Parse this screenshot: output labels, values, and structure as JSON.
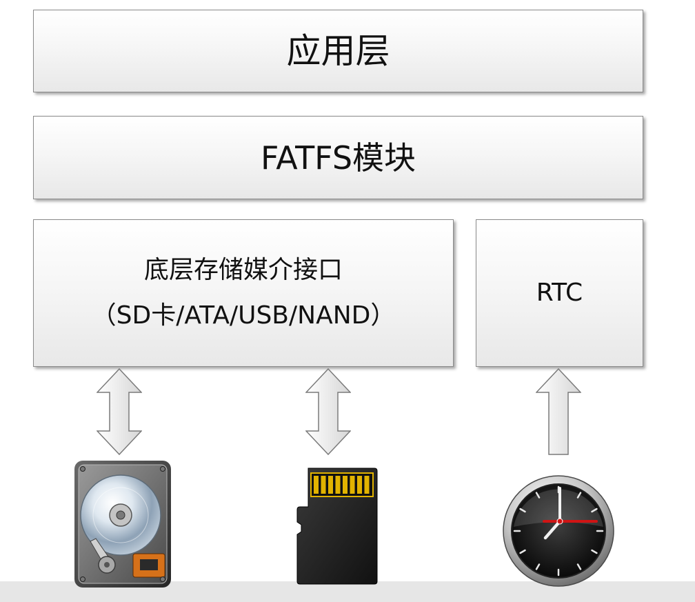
{
  "diagram": {
    "application_layer": {
      "label": "应用层"
    },
    "fatfs_layer": {
      "label": "FATFS模块"
    },
    "storage_interface": {
      "line1": "底层存储媒介接口",
      "line2": "（SD卡/ATA/USB/NAND）"
    },
    "rtc": {
      "label": "RTC"
    }
  },
  "icons": {
    "hard_disk": "hard-disk-icon",
    "sd_card": "sd-card-icon",
    "clock": "clock-icon",
    "bidirectional_arrow": "double-arrow-icon",
    "up_arrow": "up-arrow-icon"
  },
  "colors": {
    "box_border": "#8a8a8a",
    "box_fill_top": "#ffffff",
    "box_fill_bottom": "#e8e8e8",
    "text": "#111111",
    "arrow_stroke": "#7a7a7a",
    "sd_contacts": "#e2b300",
    "clock_second_hand": "#d01414",
    "hdd_connector": "#d6711a"
  }
}
